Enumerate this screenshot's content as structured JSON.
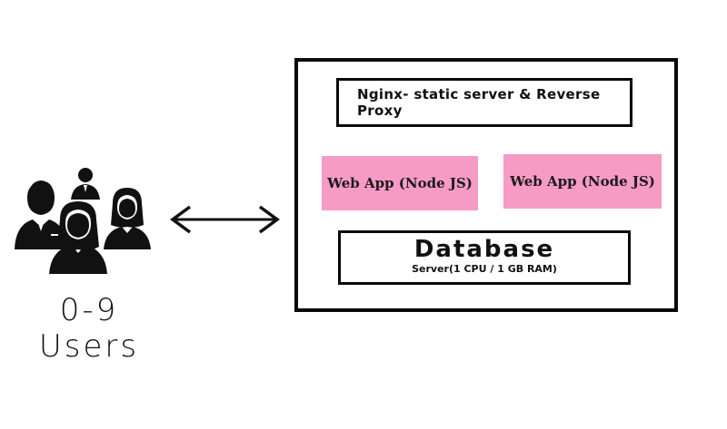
{
  "users": {
    "icon": "users-group-icon",
    "line1": "0-9",
    "line2": "Users"
  },
  "connection": {
    "icon": "double-headed-arrow-icon"
  },
  "server": {
    "proxy_label": "Nginx- static server & Reverse Proxy",
    "apps": [
      {
        "label": "Web App (Node JS)"
      },
      {
        "label": "Web App (Node JS)"
      }
    ],
    "database": {
      "title": "Database",
      "subtitle": "Server(1 CPU / 1 GB RAM)"
    }
  },
  "colors": {
    "app_fill": "#f69ac6",
    "stroke": "#0a0a0a"
  }
}
